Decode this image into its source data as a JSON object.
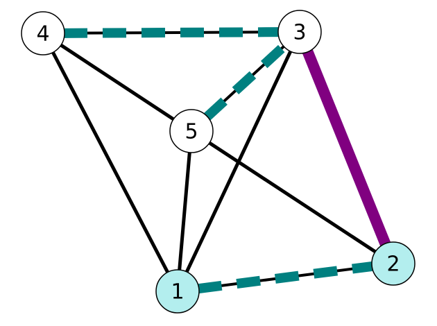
{
  "graph": {
    "nodes": [
      {
        "id": "1",
        "label": "1",
        "fill": "#b3eeee",
        "highlighted": true
      },
      {
        "id": "2",
        "label": "2",
        "fill": "#b3eeee",
        "highlighted": true
      },
      {
        "id": "3",
        "label": "3",
        "fill": "#ffffff",
        "highlighted": false
      },
      {
        "id": "4",
        "label": "4",
        "fill": "#ffffff",
        "highlighted": false
      },
      {
        "id": "5",
        "label": "5",
        "fill": "#ffffff",
        "highlighted": false
      }
    ],
    "edges": [
      {
        "from": "1",
        "to": "4",
        "style": "solid",
        "color": "#000000"
      },
      {
        "from": "1",
        "to": "5",
        "style": "solid",
        "color": "#000000"
      },
      {
        "from": "1",
        "to": "3",
        "style": "solid",
        "color": "#000000"
      },
      {
        "from": "4",
        "to": "5",
        "style": "solid",
        "color": "#000000"
      },
      {
        "from": "5",
        "to": "2",
        "style": "solid",
        "color": "#000000"
      },
      {
        "from": "1",
        "to": "2",
        "style": "dashed-over-solid",
        "color": "#008080",
        "underlay": "#000000"
      },
      {
        "from": "4",
        "to": "3",
        "style": "dashed-over-solid",
        "color": "#008080",
        "underlay": "#000000"
      },
      {
        "from": "5",
        "to": "3",
        "style": "dashed-over-solid",
        "color": "#008080",
        "underlay": "#000000"
      },
      {
        "from": "3",
        "to": "2",
        "style": "thick",
        "color": "#800080"
      }
    ]
  }
}
